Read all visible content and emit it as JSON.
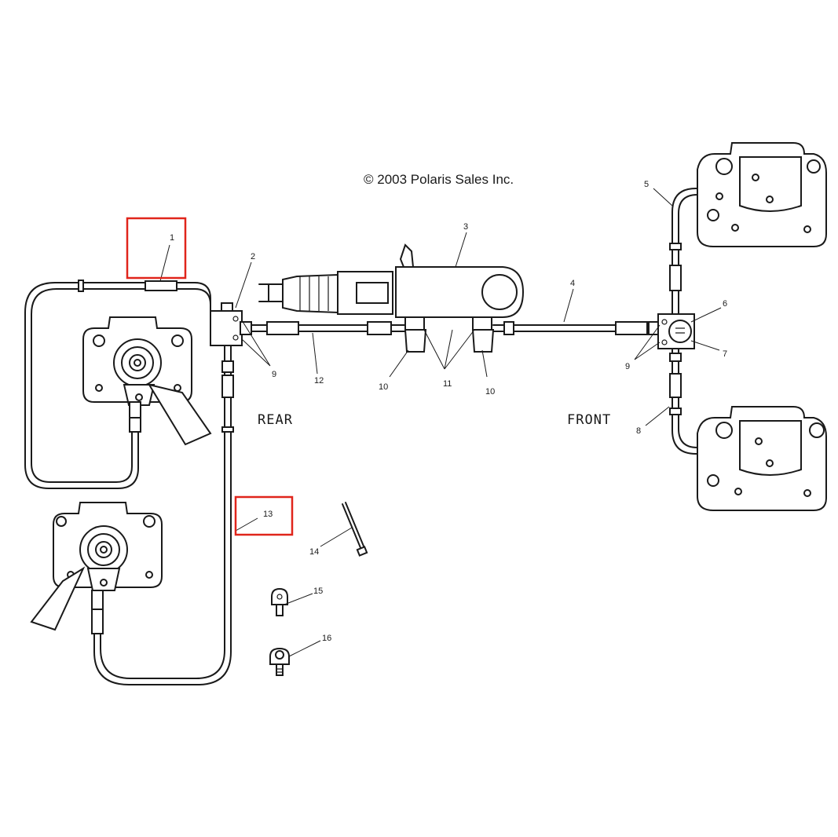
{
  "copyright": "© 2003 Polaris Sales Inc.",
  "direction_labels": {
    "rear": "REAR",
    "front": "FRONT"
  },
  "callouts": [
    "1",
    "2",
    "3",
    "4",
    "5",
    "6",
    "7",
    "8",
    "9",
    "9",
    "10",
    "10",
    "11",
    "12",
    "13",
    "14",
    "15",
    "16"
  ],
  "highlighted_callouts": [
    "1",
    "13"
  ],
  "colors": {
    "highlight": "#e0251b",
    "ink": "#1a1a1a",
    "background": "#ffffff"
  }
}
